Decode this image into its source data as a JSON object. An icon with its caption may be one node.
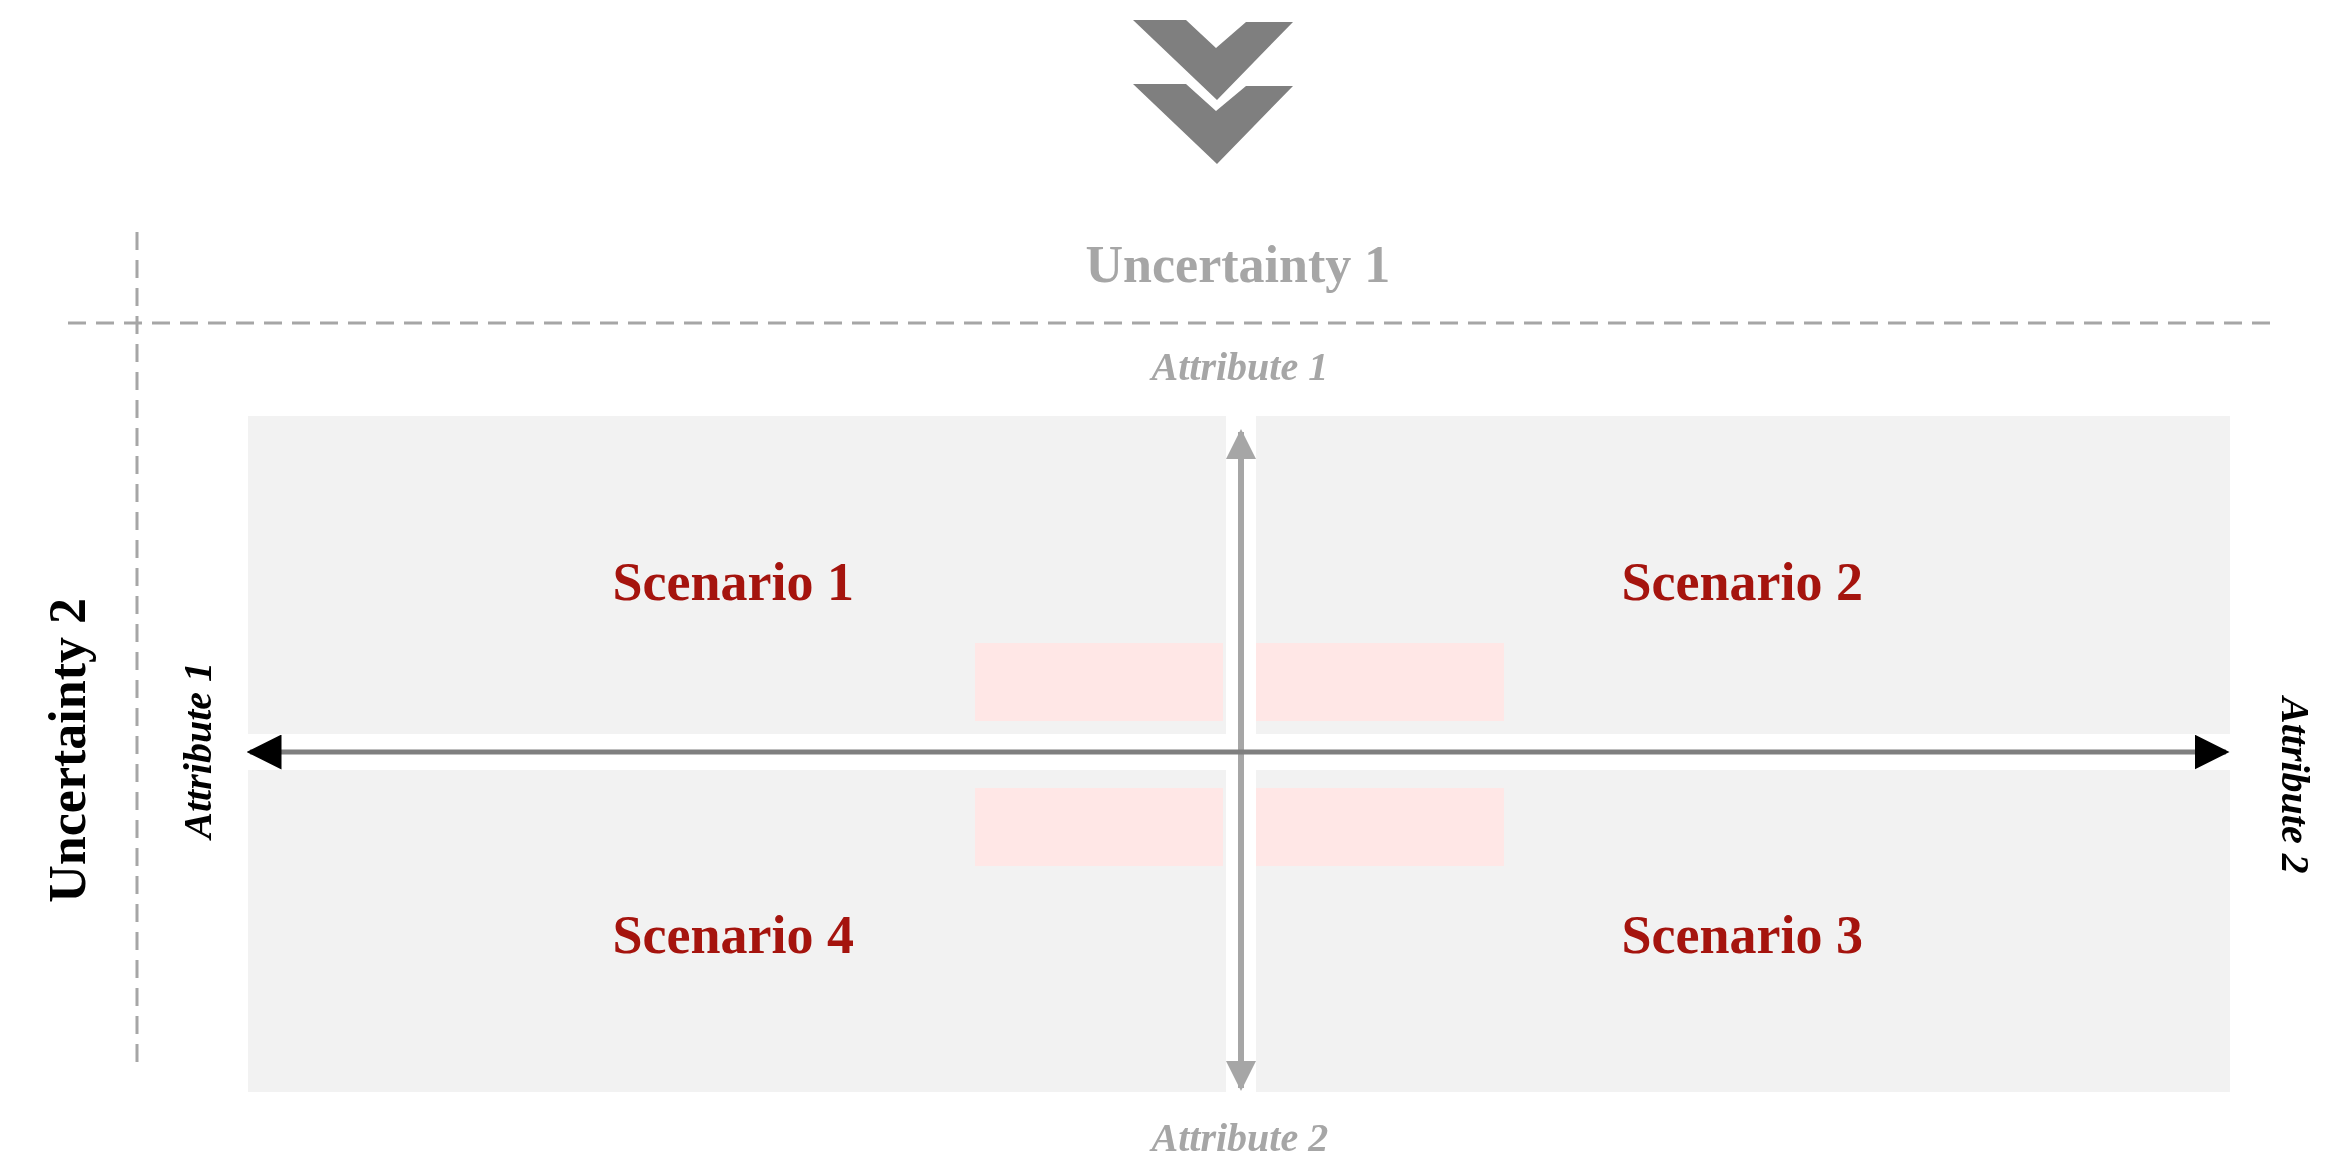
{
  "diagram": {
    "labels": [
      "Uncertainty 1",
      "Attribute 1",
      "Uncertainty 2",
      "Attribute 1",
      "Scenario 1",
      "Scenario 2",
      "Attribute 2",
      "Scenario 4",
      "Scenario 3",
      "Attribute 2"
    ]
  }
}
